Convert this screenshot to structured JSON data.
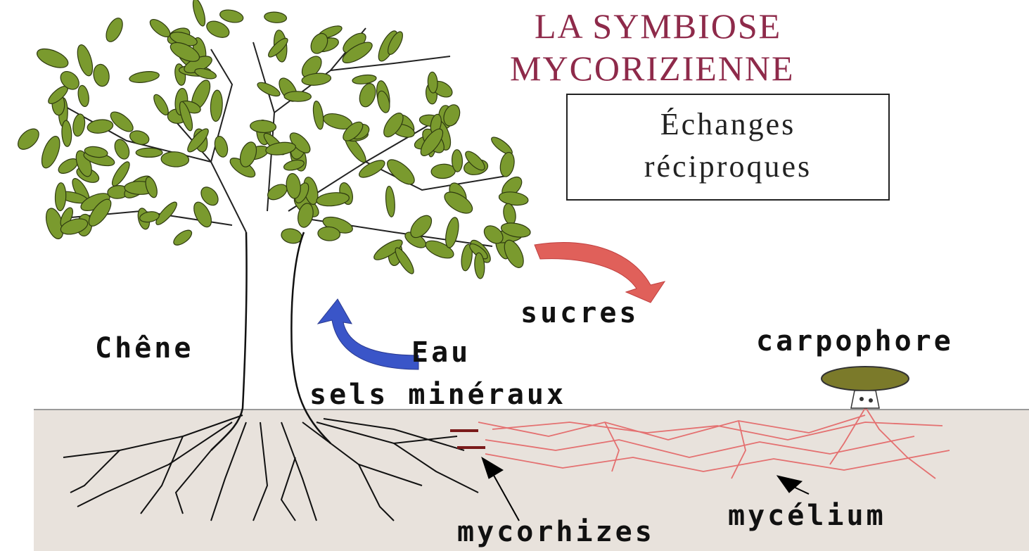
{
  "title": {
    "line1": "LA SYMBIOSE",
    "line2": "MYCORIZIENNE"
  },
  "box": {
    "line1": "Échanges",
    "line2": "réciproques"
  },
  "labels": {
    "tree": "Chêne",
    "sugars": "sucres",
    "water": "Eau",
    "minerals": "sels minéraux",
    "fruiting_body": "carpophore",
    "mycorrhizae": "mycorhizes",
    "mycelium": "mycélium"
  },
  "colors": {
    "title": "#8e2a4a",
    "foliage": "#7a9a2e",
    "soil": "#e8e2dc",
    "sugar_arrow": "#e0605a",
    "water_arrow": "#3a55c8",
    "mycelium": "#e47070",
    "mushroom_cap": "#7b7a2a"
  },
  "icons": [
    "sugar-arrow-icon",
    "water-arrow-icon",
    "pointer-arrow-icon",
    "mushroom-icon"
  ]
}
